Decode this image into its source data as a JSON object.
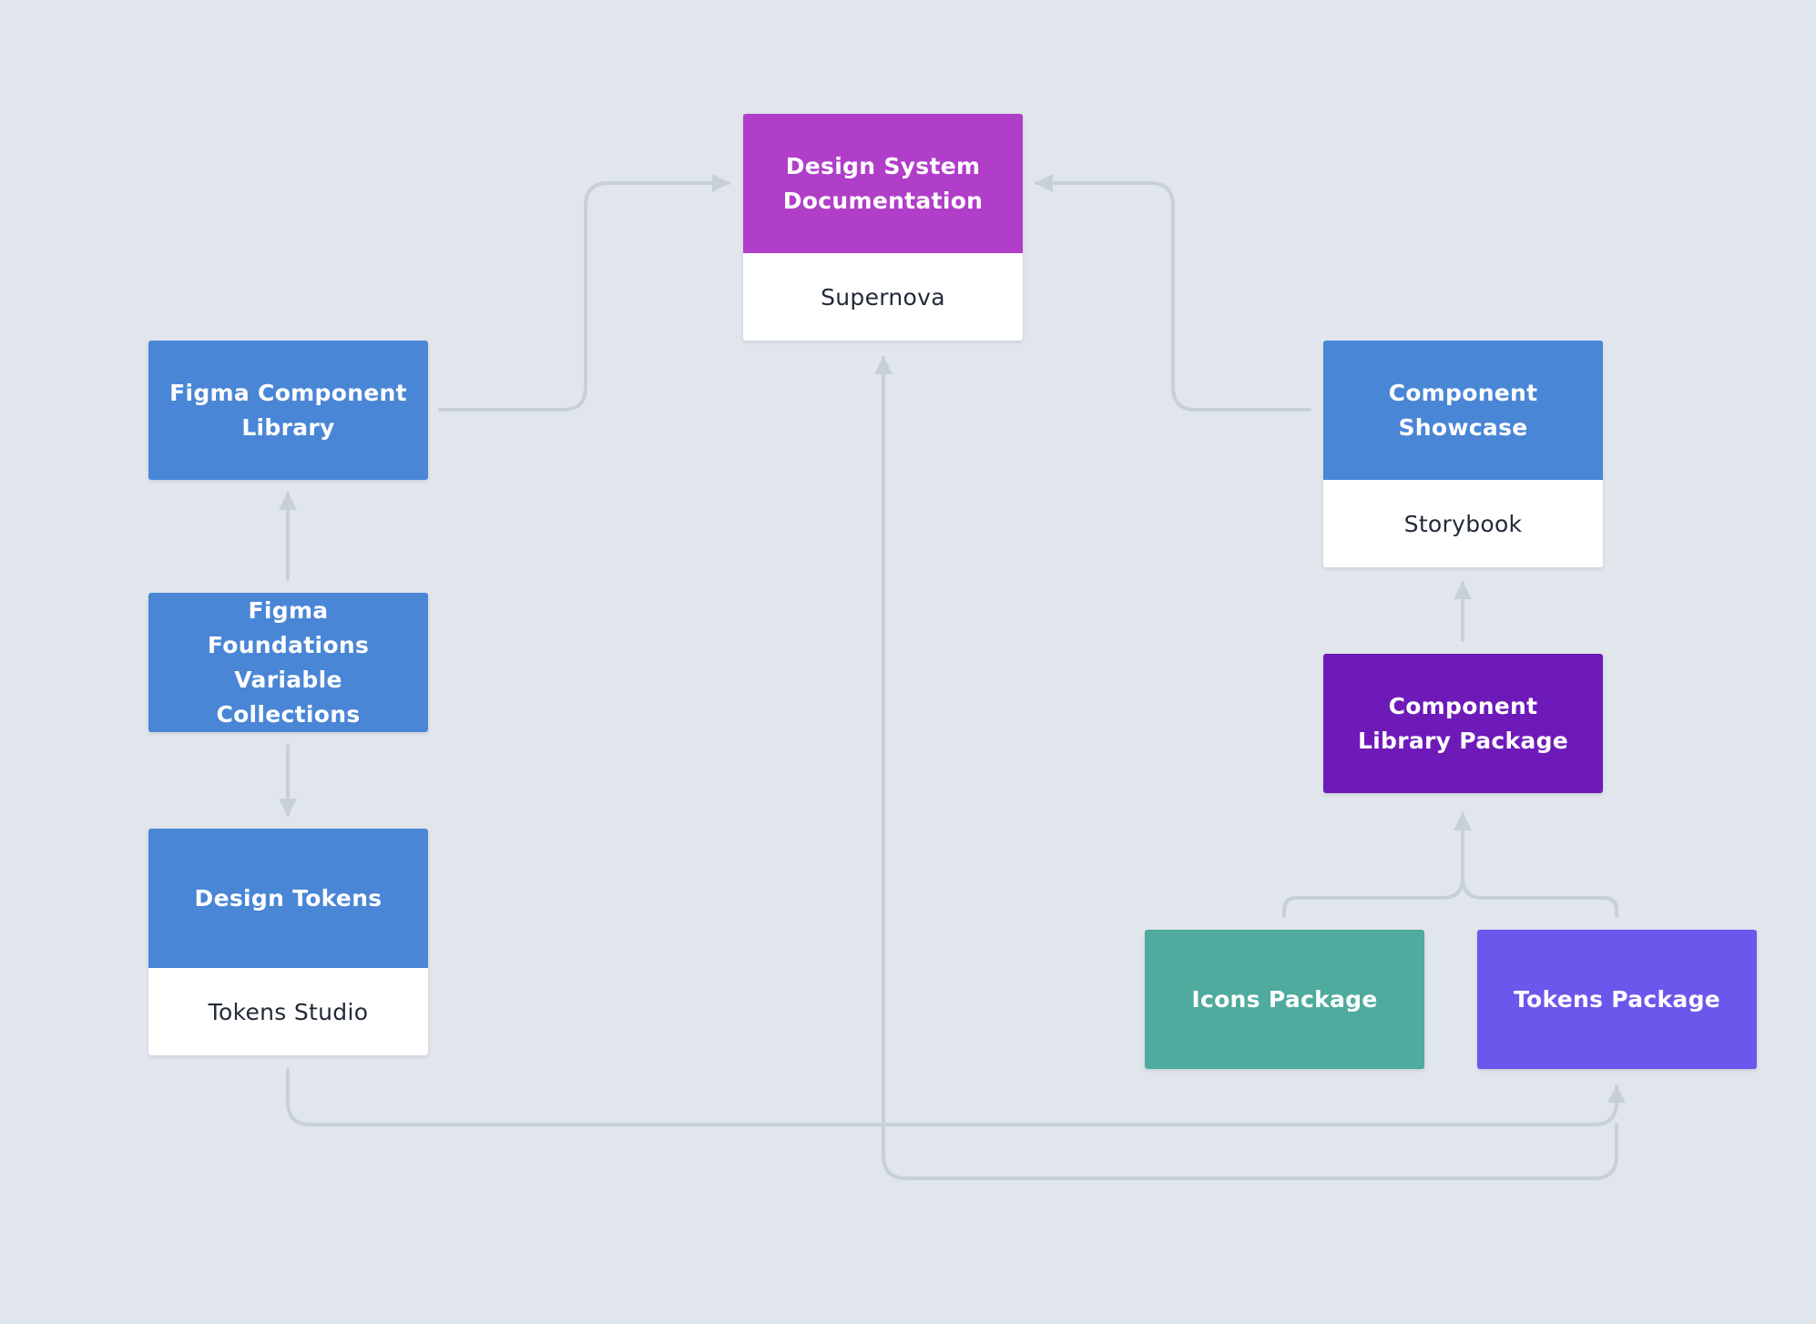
{
  "colors": {
    "background": "#e1e6ed",
    "connector": "#c7d0d8",
    "blue": "#4a86d6",
    "magenta": "#b03ec9",
    "purple": "#6e1ab8",
    "teal": "#4eab9d",
    "indigo": "#6c57ec"
  },
  "nodes": {
    "design_system_documentation": {
      "title": "Design System Documentation",
      "subtitle": "Supernova"
    },
    "figma_component_library": {
      "title": "Figma Component Library"
    },
    "component_showcase": {
      "title": "Component Showcase",
      "subtitle": "Storybook"
    },
    "figma_foundations": {
      "title": "Figma Foundations Variable Collections"
    },
    "component_library_package": {
      "title": "Component Library Package"
    },
    "design_tokens": {
      "title": "Design Tokens",
      "subtitle": "Tokens Studio"
    },
    "icons_package": {
      "title": "Icons Package"
    },
    "tokens_package": {
      "title": "Tokens Package"
    }
  },
  "edges": [
    {
      "from": "figma_component_library",
      "to": "design_system_documentation"
    },
    {
      "from": "component_showcase",
      "to": "design_system_documentation"
    },
    {
      "from": "figma_foundations",
      "to": "figma_component_library"
    },
    {
      "from": "figma_foundations",
      "to": "design_tokens"
    },
    {
      "from": "component_library_package",
      "to": "component_showcase"
    },
    {
      "from": "icons_package",
      "to": "component_library_package"
    },
    {
      "from": "tokens_package",
      "to": "component_library_package"
    },
    {
      "from": "design_tokens",
      "to": "tokens_package"
    },
    {
      "from": "tokens_package",
      "to": "design_system_documentation"
    }
  ]
}
